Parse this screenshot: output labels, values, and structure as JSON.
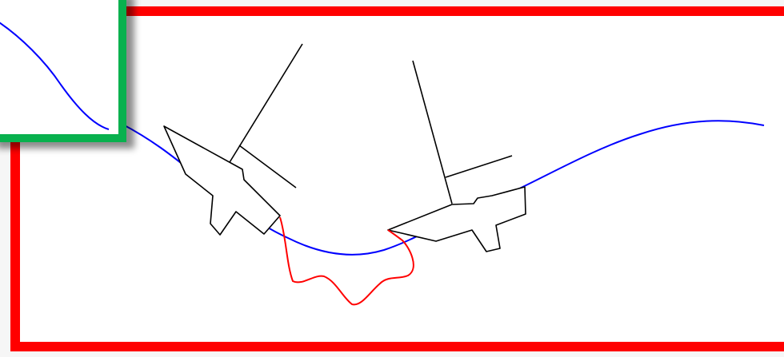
{
  "diagram": {
    "colors": {
      "frame_border": "#ff0000",
      "inset_border": "#08b14e",
      "waterline": "#0000ff",
      "chain": "#ff0000",
      "boat_outline": "#000000",
      "background": "#ffffff"
    },
    "elements": [
      "main-view-frame",
      "inset-view-frame",
      "waterline-curve",
      "left-sailboat",
      "right-sailboat",
      "connecting-chain"
    ]
  }
}
